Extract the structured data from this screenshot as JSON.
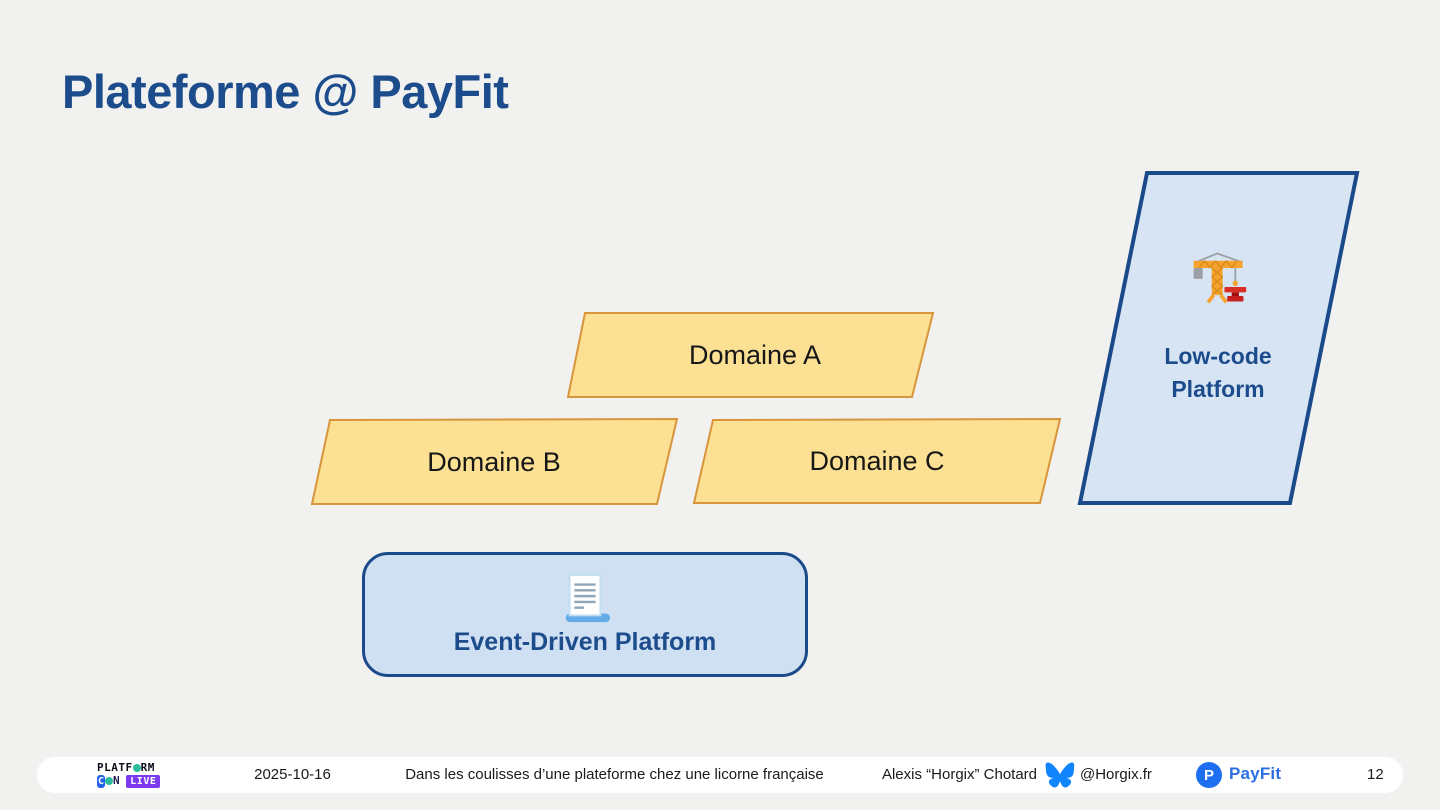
{
  "slide": {
    "title": "Plateforme @ PayFit"
  },
  "diagram": {
    "domains": [
      {
        "label": "Domaine A"
      },
      {
        "label": "Domaine B"
      },
      {
        "label": "Domaine C"
      }
    ],
    "lowcode": {
      "label_line1": "Low-code",
      "label_line2": "Platform",
      "icon": "crane-icon"
    },
    "event_driven": {
      "label": "Event-Driven Platform",
      "icon": "receipt-icon"
    }
  },
  "footer": {
    "logo": {
      "line1_pre": "PLATF",
      "line1_post": "RM",
      "line2_c": "C",
      "line2_n": "N",
      "live": "LIVE"
    },
    "date": "2025-10-16",
    "talk_title": "Dans les coulisses d’une plateforme chez une licorne française",
    "author": "Alexis “Horgix” Chotard",
    "bluesky_handle": "@Horgix.fr",
    "payfit_initial": "P",
    "payfit_label": "PayFit",
    "page_number": "12"
  },
  "colors": {
    "background": "#F1F1F0",
    "title_blue": "#1C4C8C",
    "domain_fill": "#FCE094",
    "domain_border": "#D9953B",
    "platform_fill": "#D7E4F4",
    "platform_border": "#1B4A8A",
    "bluesky_blue": "#1185FE",
    "payfit_blue": "#1E6FF0",
    "live_purple": "#7C3AED",
    "platformcon_green": "#2BBD9C"
  }
}
